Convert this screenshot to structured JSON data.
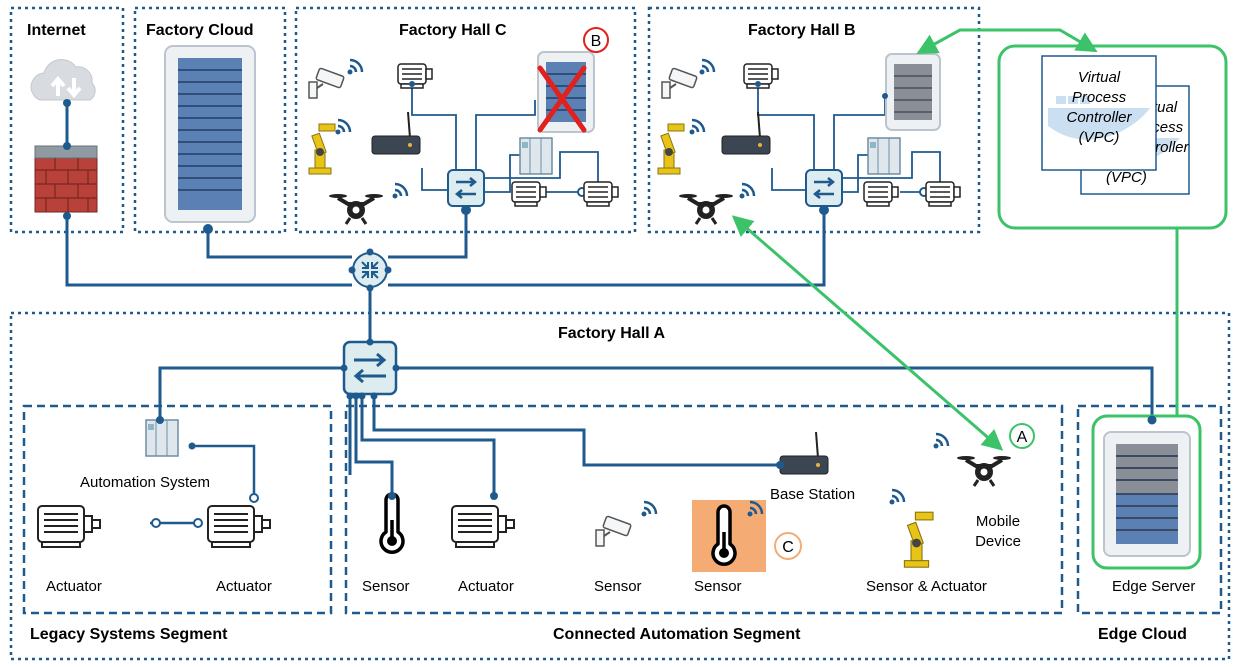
{
  "colors": {
    "network_line": "#1f5a8f",
    "zone_border": "#1f5a8f",
    "highlight_green": "#3cc36a",
    "failure_red": "#e0211d",
    "sensor_highlight": "#f4ac74"
  },
  "zones": {
    "internet": "Internet",
    "factory_cloud": "Factory Cloud",
    "hall_c": "Factory Hall C",
    "hall_b": "Factory Hall B",
    "hall_a": "Factory Hall A"
  },
  "segments": {
    "legacy": "Legacy Systems Segment",
    "connected": "Connected Automation Segment",
    "edge": "Edge Cloud"
  },
  "vpc": {
    "front": [
      "Virtual",
      "Process",
      "Controller",
      "(VPC)"
    ],
    "back": [
      "Virtual",
      "Process",
      "Controller",
      "(VPC)"
    ]
  },
  "devices": {
    "automation_system": "Automation System",
    "actuator_left": "Actuator",
    "actuator_right": "Actuator",
    "sensor_1": "Sensor",
    "actuator_mid": "Actuator",
    "sensor_camera": "Sensor",
    "sensor_highlighted": "Sensor",
    "sensor_actuator": "Sensor & Actuator",
    "base_station": "Base Station",
    "mobile_device": [
      "Mobile",
      "Device"
    ],
    "edge_server": "Edge Server"
  },
  "markers": {
    "a": "A",
    "b": "B",
    "c": "C"
  },
  "icons": [
    "cloud-icon",
    "firewall-icon",
    "server-rack-icon",
    "camera-icon",
    "wifi-icon",
    "robot-arm-icon",
    "wireless-router-icon",
    "drone-icon",
    "motor-icon",
    "switch-icon",
    "plc-icon",
    "router-icon",
    "thermometer-icon",
    "container-icon",
    "failure-cross-icon"
  ]
}
